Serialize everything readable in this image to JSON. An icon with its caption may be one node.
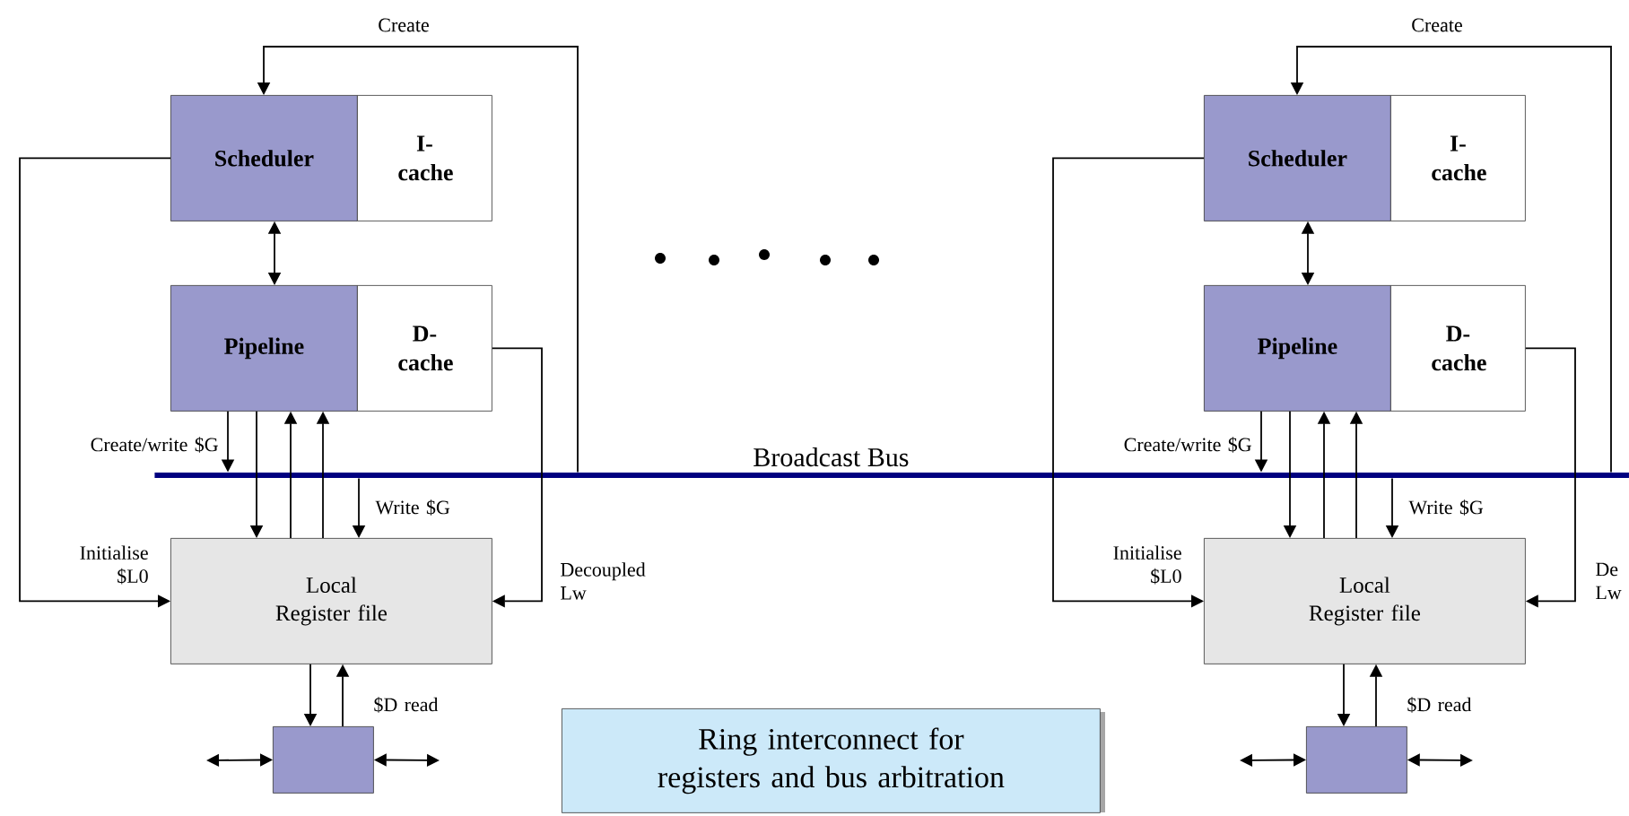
{
  "diagram": {
    "nodes": [
      {
        "text": [
          "Scheduler"
        ]
      },
      {
        "text": [
          "I-cache"
        ]
      },
      {
        "text": [
          "Pipeline"
        ]
      },
      {
        "text": [
          "D-cache"
        ]
      },
      {
        "text": [
          "Local Register file"
        ]
      },
      {
        "text": [],
        "shape": "box"
      },
      {
        "text": [
          "Scheduler"
        ]
      },
      {
        "text": [
          "I-cache"
        ]
      },
      {
        "text": [
          "Pipeline"
        ]
      },
      {
        "text": [
          "D-cache"
        ]
      },
      {
        "text": [
          "Local Register file"
        ]
      },
      {
        "text": [],
        "shape": "box"
      },
      {
        "text": [
          "Broadcast Bus"
        ]
      },
      {
        "text": [
          "Ring interconnect for registers and bus arbitration"
        ]
      }
    ],
    "edges": [
      {
        "from": 12,
        "to": 0,
        "arrow": "to",
        "label": "Create"
      },
      {
        "from": 0,
        "to": 2,
        "arrow": "both"
      },
      {
        "from": 0,
        "to": 4,
        "arrow": "to",
        "label": "Initialise $L0"
      },
      {
        "from": 2,
        "to": 12,
        "arrow": "to",
        "label": "Create/write $G"
      },
      {
        "from": 2,
        "to": 4,
        "arrow": "to"
      },
      {
        "from": 4,
        "to": 2,
        "arrow": "to"
      },
      {
        "from": 4,
        "to": 2,
        "arrow": "to"
      },
      {
        "from": 12,
        "to": 4,
        "arrow": "to",
        "label": "Write $G"
      },
      {
        "from": 3,
        "to": 4,
        "arrow": "to",
        "label": "Decoupled Lw"
      },
      {
        "from": 4,
        "to": 5,
        "arrow": "to"
      },
      {
        "from": 5,
        "to": 4,
        "arrow": "to",
        "label": "$D read"
      },
      {
        "from": null,
        "to": 5,
        "arrow": "both"
      },
      {
        "from": 5,
        "to": null,
        "arrow": "both"
      },
      {
        "from": 12,
        "to": 6,
        "arrow": "to",
        "label": "Create"
      },
      {
        "from": 6,
        "to": 8,
        "arrow": "both"
      },
      {
        "from": 6,
        "to": 10,
        "arrow": "to",
        "label": "Initialise $L0"
      },
      {
        "from": 8,
        "to": 12,
        "arrow": "to",
        "label": "Create/write $G"
      },
      {
        "from": 8,
        "to": 10,
        "arrow": "to"
      },
      {
        "from": 10,
        "to": 8,
        "arrow": "to"
      },
      {
        "from": 10,
        "to": 8,
        "arrow": "to"
      },
      {
        "from": 12,
        "to": 10,
        "arrow": "to",
        "label": "Write $G"
      },
      {
        "from": 9,
        "to": 10,
        "arrow": "to",
        "label": "De Lw"
      },
      {
        "from": 10,
        "to": 11,
        "arrow": "to"
      },
      {
        "from": 11,
        "to": 10,
        "arrow": "to",
        "label": "$D read"
      },
      {
        "from": null,
        "to": 11,
        "arrow": "both"
      },
      {
        "from": 11,
        "to": null,
        "arrow": "both"
      }
    ]
  }
}
